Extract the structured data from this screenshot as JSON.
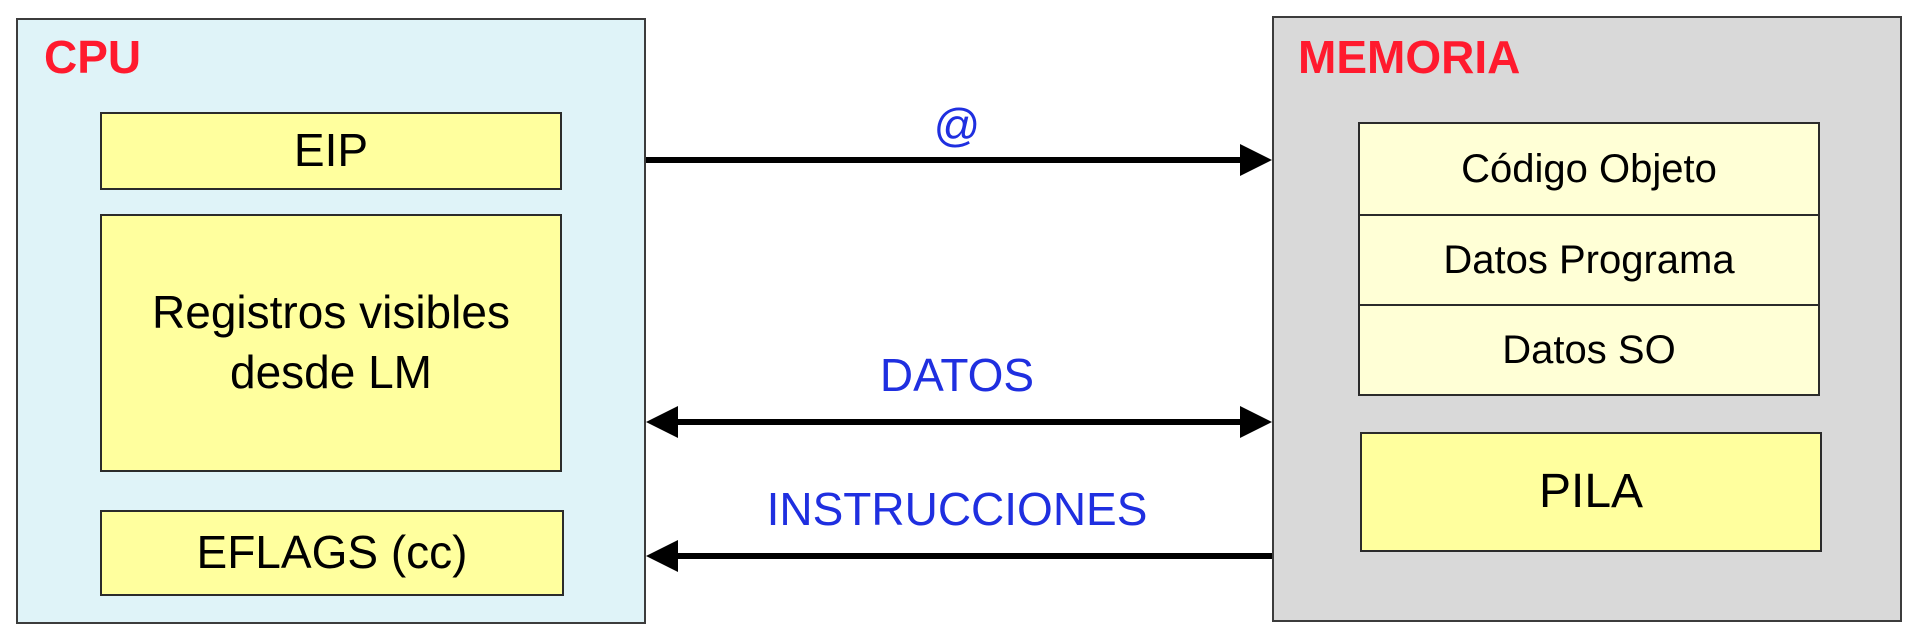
{
  "cpu": {
    "title": "CPU",
    "eip": "EIP",
    "registers": "Registros visibles desde LM",
    "eflags": "EFLAGS (cc)"
  },
  "memory": {
    "title": "MEMORIA",
    "sections": [
      "Código Objeto",
      "Datos Programa",
      "Datos SO"
    ],
    "stack": "PILA"
  },
  "buses": {
    "address": "@",
    "data": "DATOS",
    "instructions": "INSTRUCCIONES"
  },
  "colors": {
    "title_red": "#ff1a2e",
    "label_blue": "#1f2fe0",
    "cpu_bg": "#dff3f8",
    "memory_bg": "#d9d9d9",
    "box_yellow": "#ffff9e",
    "box_light_yellow": "#ffffd6"
  }
}
